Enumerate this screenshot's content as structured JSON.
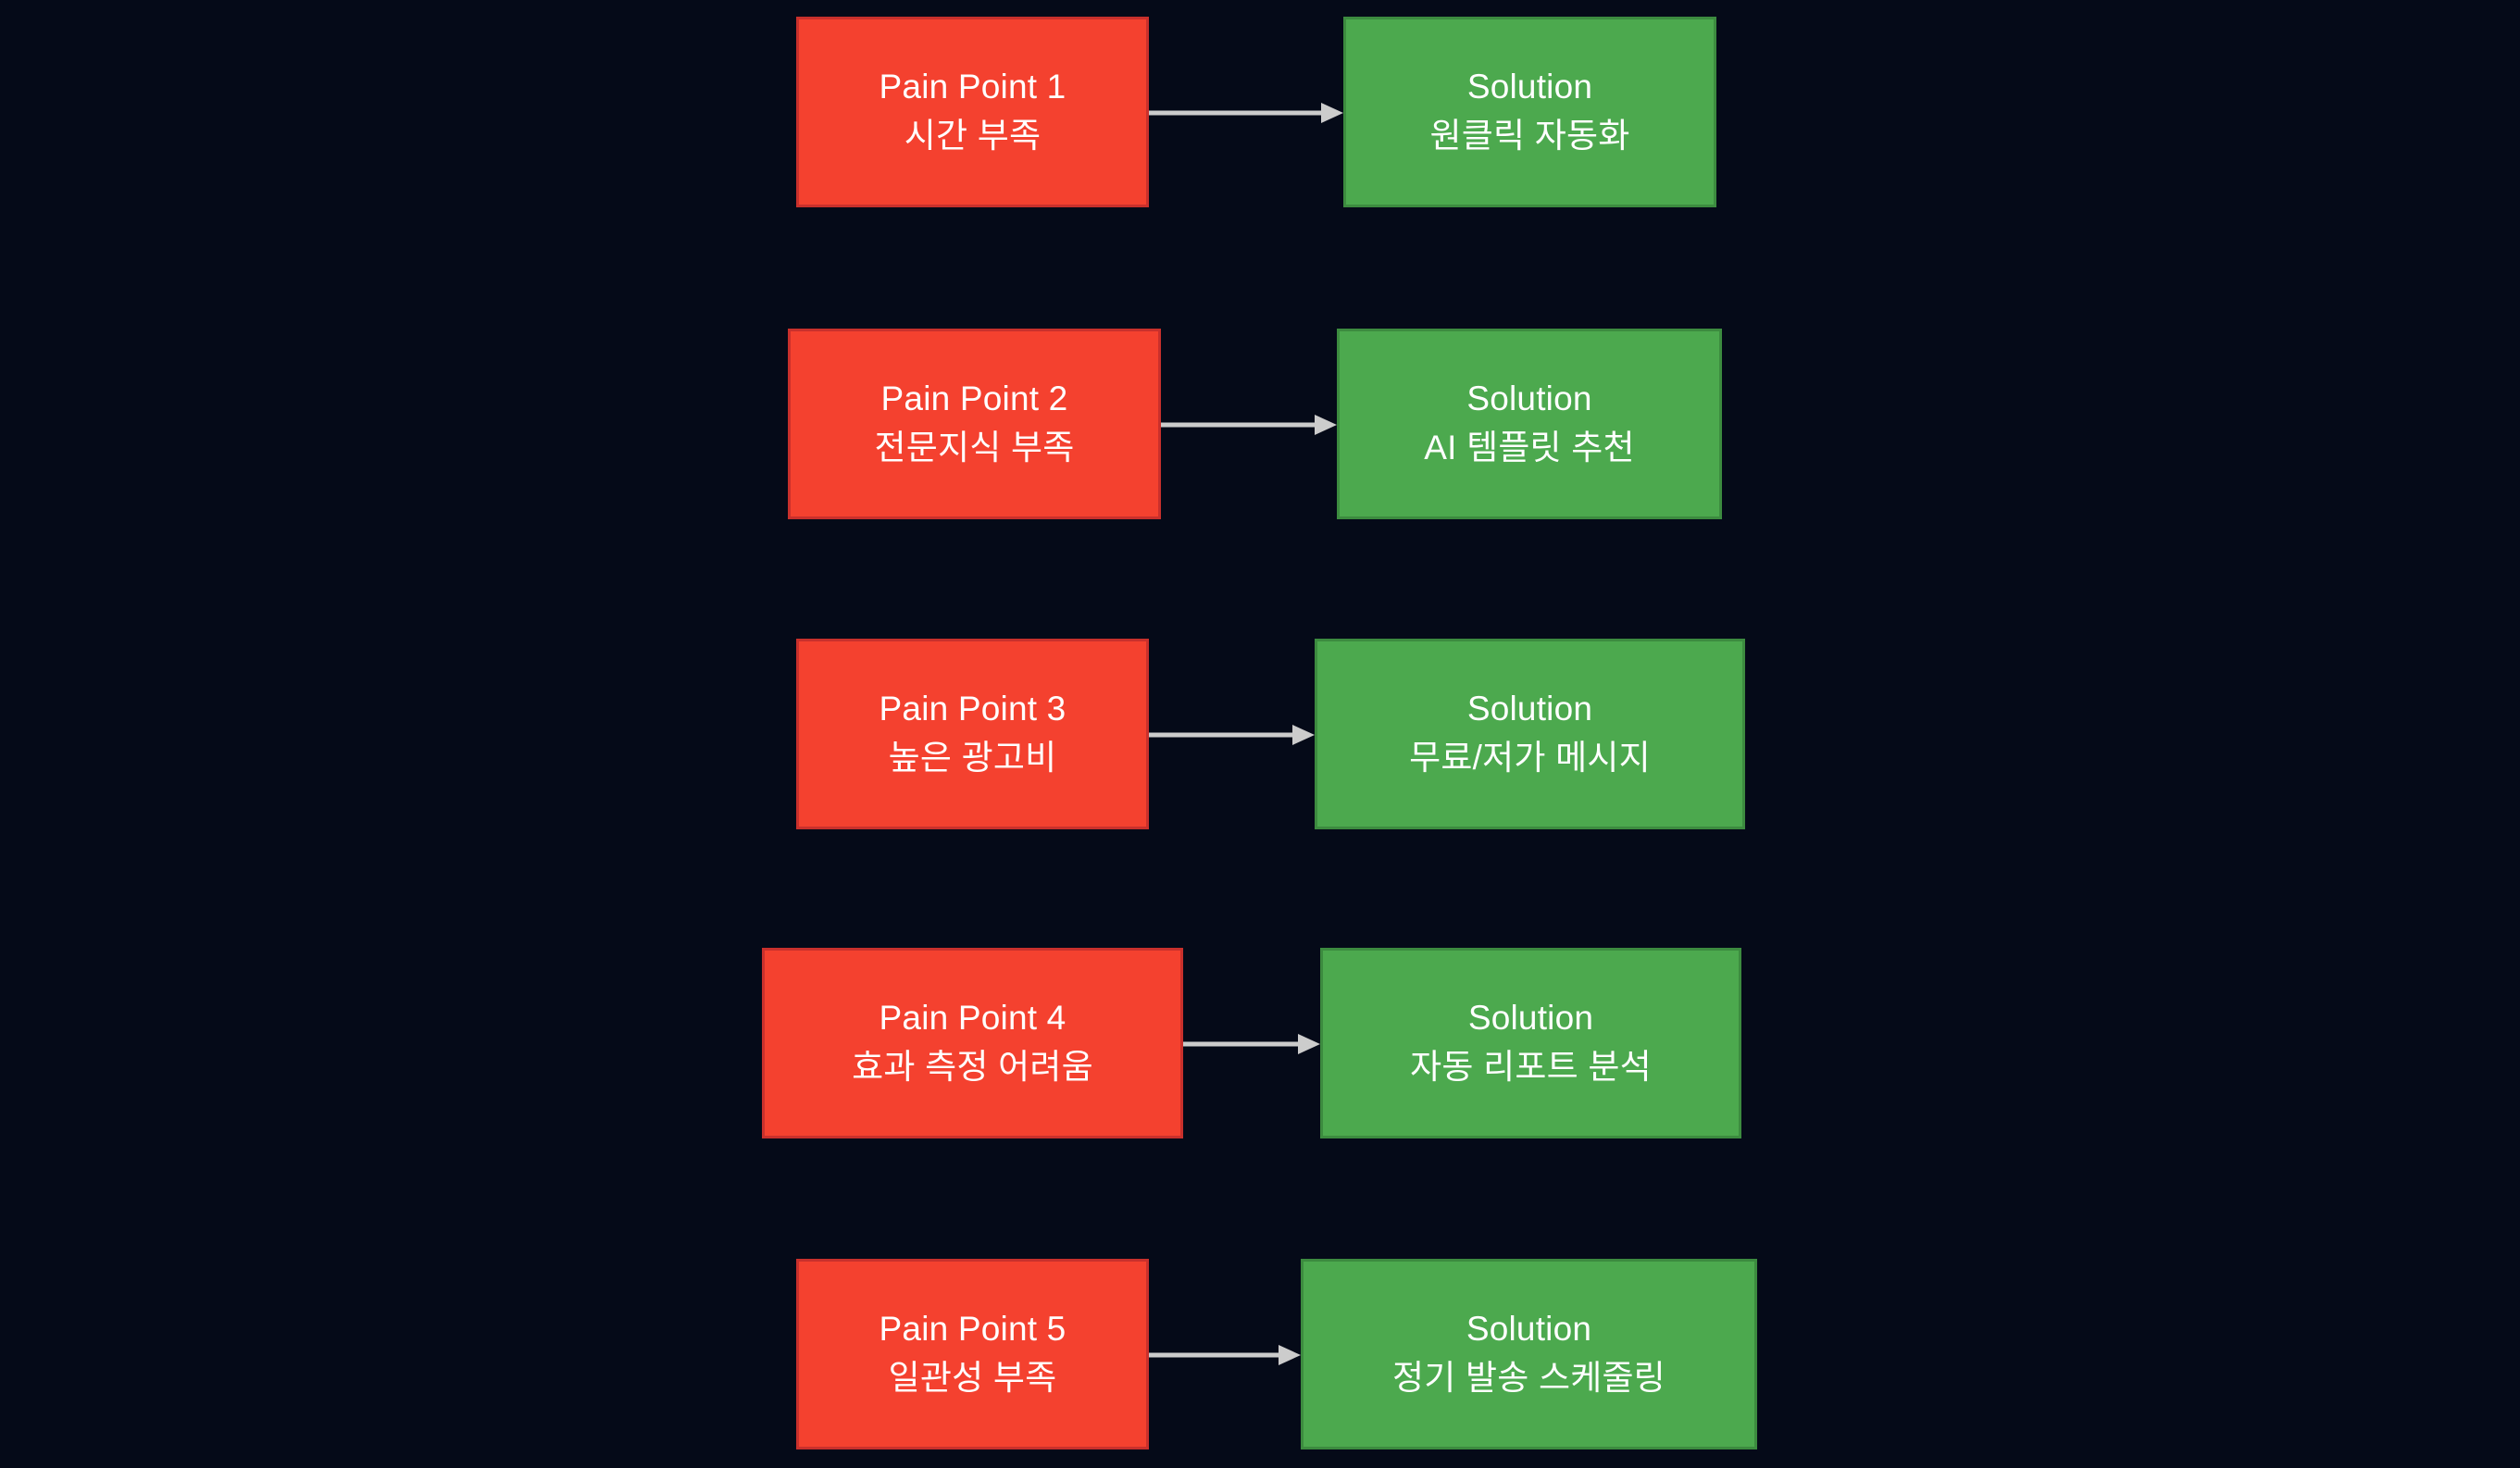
{
  "diagram": {
    "type": "flowchart",
    "orientation": "left-to-right-pairs",
    "background_color": "#050a18",
    "pain_color": "#f4412f",
    "pain_border_color": "#c9302c",
    "solution_color": "#4ca94e",
    "solution_border_color": "#3c8b3f",
    "arrow_color": "#cccccc",
    "text_color": "#ffffff",
    "rows": [
      {
        "pain": {
          "title": "Pain Point 1",
          "detail": "시간 부족"
        },
        "solution": {
          "title": "Solution",
          "detail": "원클릭 자동화"
        },
        "arrow_label": ""
      },
      {
        "pain": {
          "title": "Pain Point 2",
          "detail": "전문지식 부족"
        },
        "solution": {
          "title": "Solution",
          "detail": "AI 템플릿 추천"
        },
        "arrow_label": ""
      },
      {
        "pain": {
          "title": "Pain Point 3",
          "detail": "높은 광고비"
        },
        "solution": {
          "title": "Solution",
          "detail": "무료/저가 메시지"
        },
        "arrow_label": ""
      },
      {
        "pain": {
          "title": "Pain Point 4",
          "detail": "효과 측정 어려움"
        },
        "solution": {
          "title": "Solution",
          "detail": "자동 리포트 분석"
        },
        "arrow_label": ""
      },
      {
        "pain": {
          "title": "Pain Point 5",
          "detail": "일관성 부족"
        },
        "solution": {
          "title": "Solution",
          "detail": "정기 발송 스케줄링"
        },
        "arrow_label": ""
      }
    ]
  }
}
